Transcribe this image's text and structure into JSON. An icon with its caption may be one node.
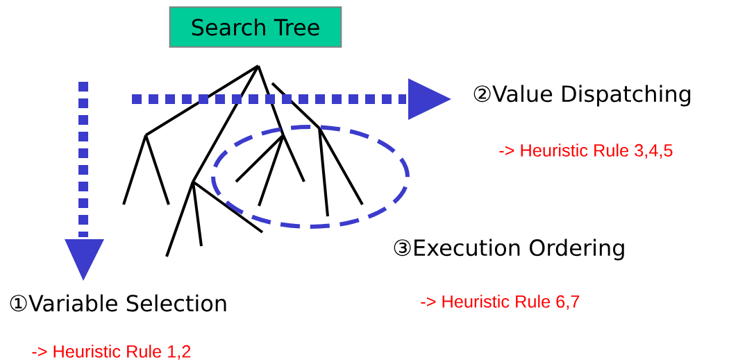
{
  "diagram": {
    "nodes": [
      {
        "text": [
          "Search Tree"
        ]
      },
      {
        "text": [],
        "shape": "ellipse"
      }
    ],
    "edges": [],
    "labels": [
      "②Value Dispatching",
      "-> Heuristic Rule 3,4,5",
      "③Execution Ordering",
      "①Variable Selection",
      "-> Heuristic Rule 6,7",
      "-> Heuristic Rule 1,2"
    ]
  }
}
